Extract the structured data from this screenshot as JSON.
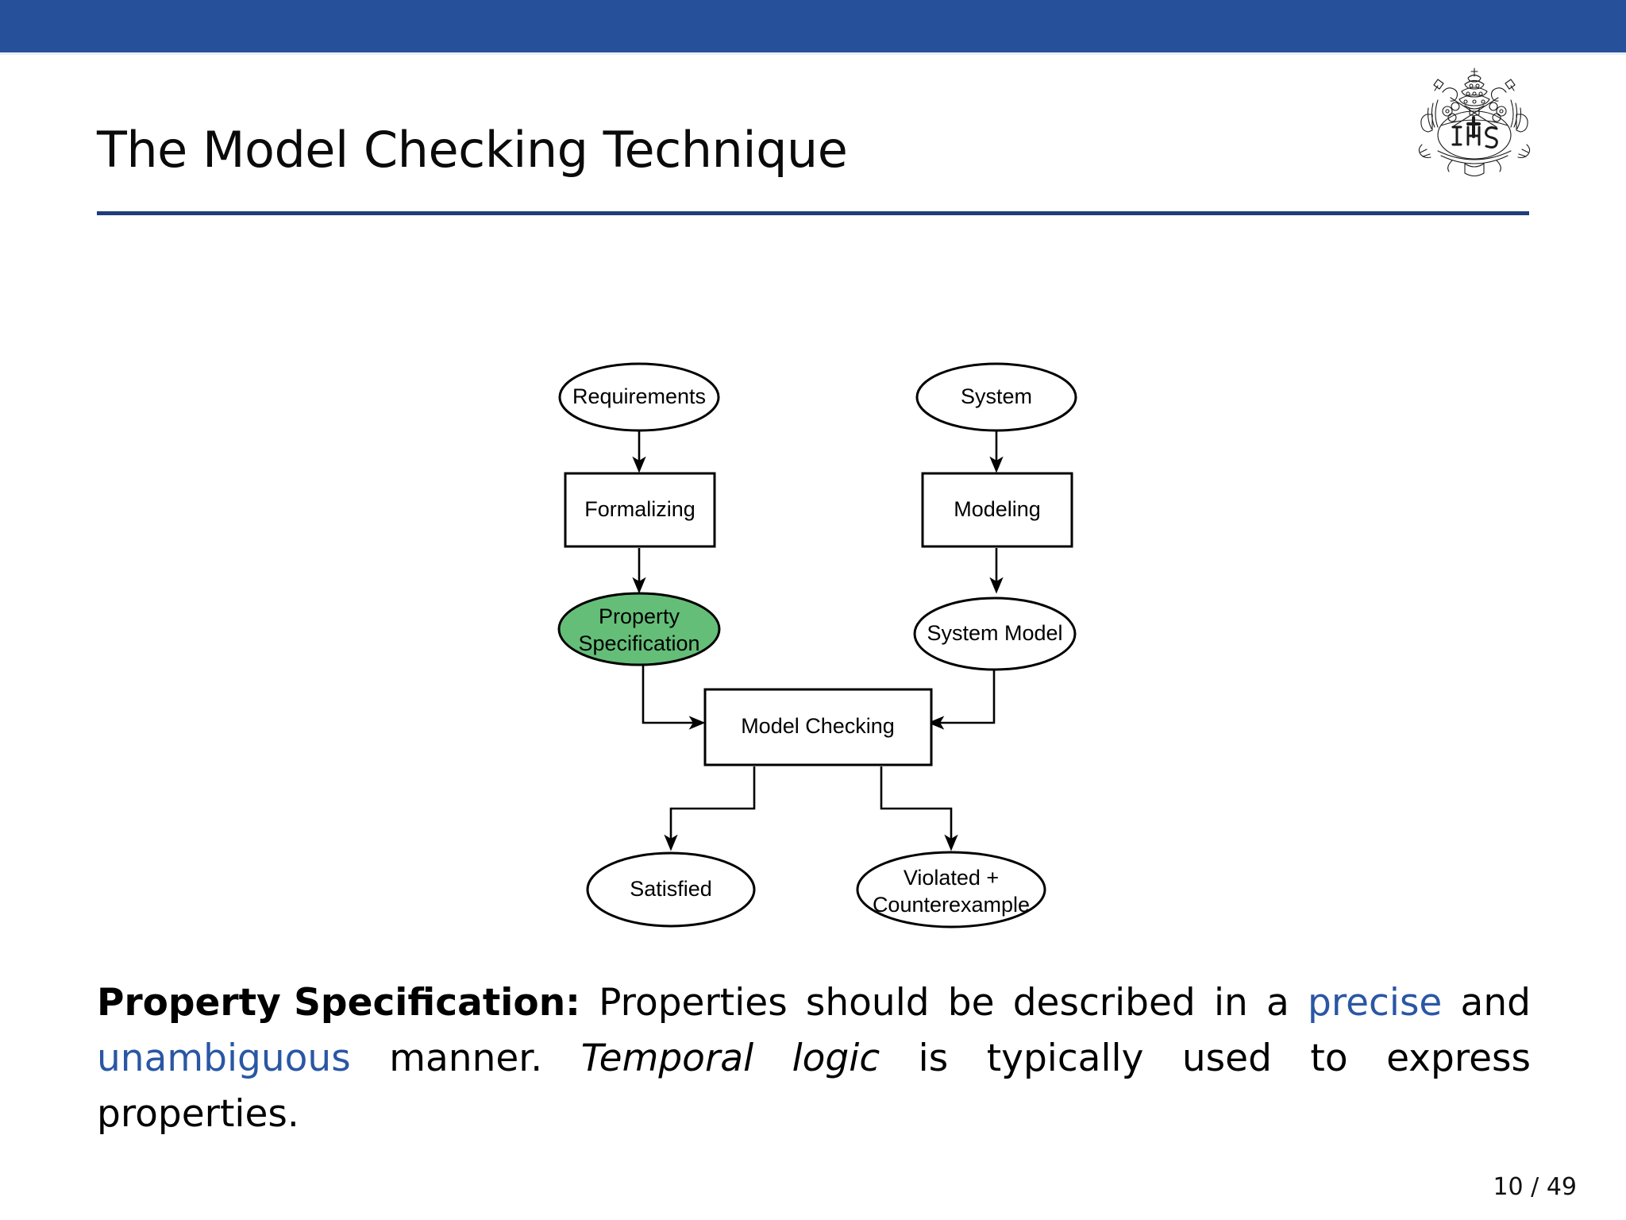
{
  "slide": {
    "title": "The Model Checking Technique",
    "page_number": "10 / 49",
    "logo_name": "ihs-crest-logo",
    "logo_text": "IHS"
  },
  "colors": {
    "top_bar": "#27509B",
    "rule": "#1F3D7A",
    "highlight": "#2A57A4",
    "node_highlight_fill": "#64BE78",
    "node_fill": "#FFFFFF",
    "stroke": "#000000"
  },
  "diagram": {
    "type": "flowchart",
    "nodes": [
      {
        "id": "requirements",
        "label": "Requirements",
        "shape": "ellipse",
        "fill": "#FFFFFF"
      },
      {
        "id": "system",
        "label": "System",
        "shape": "ellipse",
        "fill": "#FFFFFF"
      },
      {
        "id": "formalizing",
        "label": "Formalizing",
        "shape": "rectangle",
        "fill": "#FFFFFF"
      },
      {
        "id": "modeling",
        "label": "Modeling",
        "shape": "rectangle",
        "fill": "#FFFFFF"
      },
      {
        "id": "property-spec",
        "label": "Property Specification",
        "shape": "ellipse",
        "fill": "#64BE78",
        "label_lines": [
          "Property",
          "Specification"
        ]
      },
      {
        "id": "system-model",
        "label": "System Model",
        "shape": "ellipse",
        "fill": "#FFFFFF"
      },
      {
        "id": "model-checking",
        "label": "Model Checking",
        "shape": "rectangle",
        "fill": "#FFFFFF"
      },
      {
        "id": "satisfied",
        "label": "Satisfied",
        "shape": "ellipse",
        "fill": "#FFFFFF"
      },
      {
        "id": "violated",
        "label": "Violated + Counterexample",
        "shape": "ellipse",
        "fill": "#FFFFFF",
        "label_lines": [
          "Violated +",
          "Counterexample"
        ]
      }
    ],
    "edges": [
      {
        "from": "requirements",
        "to": "formalizing"
      },
      {
        "from": "system",
        "to": "modeling"
      },
      {
        "from": "formalizing",
        "to": "property-spec"
      },
      {
        "from": "modeling",
        "to": "system-model"
      },
      {
        "from": "property-spec",
        "to": "model-checking"
      },
      {
        "from": "system-model",
        "to": "model-checking"
      },
      {
        "from": "model-checking",
        "to": "satisfied"
      },
      {
        "from": "model-checking",
        "to": "violated"
      }
    ]
  },
  "body": {
    "lead": "Property Specification:",
    "line1_words": [
      "Properties",
      "should",
      "be",
      "described",
      "in",
      "a"
    ],
    "highlight1": "precise",
    "after_highlight1": "and",
    "highlight2": "unambiguous",
    "after_highlight2": "manner.",
    "emphasis": "Temporal logic",
    "tail": "is typically used to express properties."
  }
}
